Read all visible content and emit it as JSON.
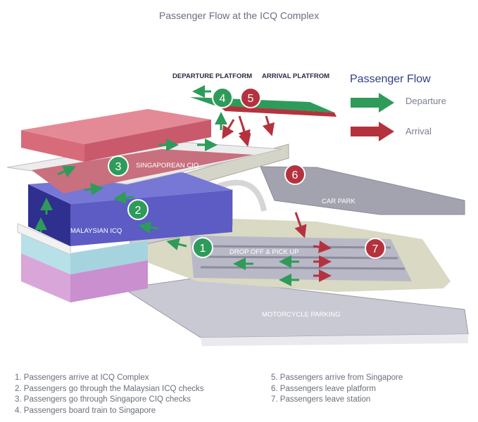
{
  "title": "Passenger Flow at the ICQ Complex",
  "platforms": {
    "departure": "DEPARTURE PLATFORM",
    "arrival": "ARRIVAL PLATFROM"
  },
  "legend": {
    "heading": "Passenger Flow",
    "departure": "Departure",
    "arrival": "Arrival",
    "departure_color": "#2e9b5b",
    "arrival_color": "#b4323e"
  },
  "areas": {
    "singapore_ciq": "SINGAPOREAN CIQ",
    "malaysia_icq": "MALAYSIAN ICQ",
    "car_park": "CAR PARK",
    "drop_off": "DROP OFF & PICK UP",
    "motorcycle": "MOTORCYCLE PARKING"
  },
  "markers": [
    "1",
    "2",
    "3",
    "4",
    "5",
    "6",
    "7"
  ],
  "steps_left": [
    "1. Passengers arrive at ICQ Complex",
    "2. Passengers go through the Malaysian ICQ checks",
    "3. Passengers go through Singapore CIQ checks",
    "4. Passengers board train to Singapore"
  ],
  "steps_right": [
    "5. Passengers arrive from Singapore",
    "6. Passengers leave platform",
    "7. Passengers leave station"
  ]
}
